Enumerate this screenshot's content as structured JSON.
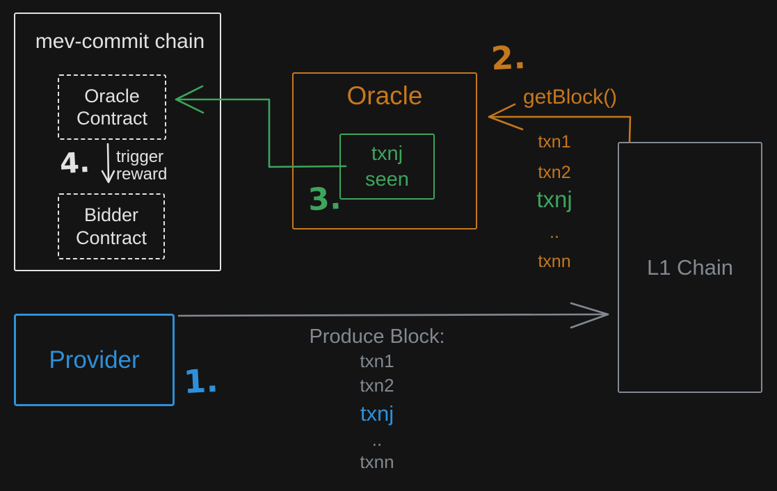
{
  "colors": {
    "background": "#141414",
    "white": "#e2e2e2",
    "gray": "#828992",
    "orange": "#c6781e",
    "green": "#3da55c",
    "blue": "#2e90da"
  },
  "mev_commit_chain": {
    "title": "mev-commit chain",
    "oracle_contract_line1": "Oracle",
    "oracle_contract_line2": "Contract",
    "bidder_contract_line1": "Bidder",
    "bidder_contract_line2": "Contract",
    "step_label": "4.",
    "trigger_line1": "trigger",
    "trigger_line2": "reward"
  },
  "oracle": {
    "title": "Oracle",
    "txn_seen_line1": "txnj",
    "txn_seen_line2": "seen",
    "step_label": "3."
  },
  "get_block": {
    "step_label": "2.",
    "label": "getBlock()",
    "transactions": [
      {
        "label": "txn1",
        "color": "orange"
      },
      {
        "label": "txn2",
        "color": "orange"
      },
      {
        "label": "txnj",
        "color": "green"
      },
      {
        "label": "..",
        "color": "orange"
      },
      {
        "label": "txnn",
        "color": "orange"
      }
    ]
  },
  "l1_chain": {
    "title": "L1 Chain"
  },
  "provider": {
    "title": "Provider",
    "step_label": "1."
  },
  "produce_block": {
    "title": "Produce Block:",
    "transactions": [
      {
        "label": "txn1",
        "color": "gray"
      },
      {
        "label": "txn2",
        "color": "gray"
      },
      {
        "label": "txnj",
        "color": "blue"
      },
      {
        "label": "..",
        "color": "gray"
      },
      {
        "label": "txnn",
        "color": "gray"
      }
    ]
  }
}
